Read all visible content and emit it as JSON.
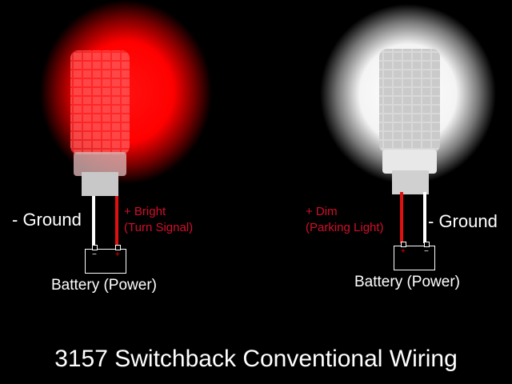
{
  "title": "3157 Switchback Conventional Wiring",
  "left": {
    "ground_label": "- Ground",
    "positive_label_1": "+ Bright",
    "positive_label_2": "(Turn Signal)",
    "battery_label": "Battery (Power)",
    "minus_symbol": "−",
    "plus_symbol": "+",
    "glow_color": "#ff0000"
  },
  "right": {
    "ground_label": "- Ground",
    "positive_label_1": "+ Dim",
    "positive_label_2": "(Parking Light)",
    "battery_label": "Battery (Power)",
    "minus_symbol": "−",
    "plus_symbol": "+",
    "glow_color": "#ffffff"
  },
  "colors": {
    "wire_positive": "#e01010",
    "text_positive": "#d0102a",
    "text": "#ffffff"
  }
}
